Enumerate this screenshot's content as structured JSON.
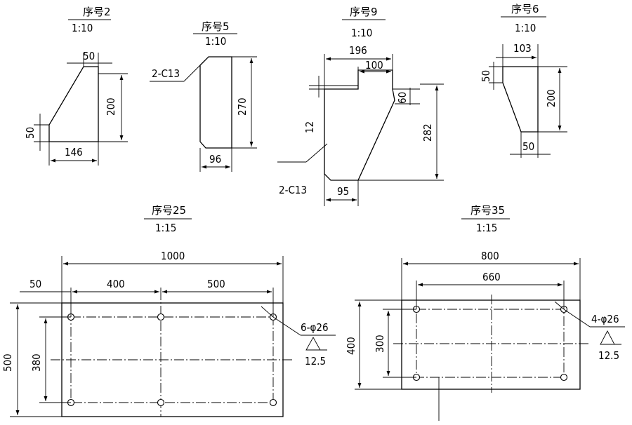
{
  "parts": {
    "p2": {
      "title": "序号2",
      "scale": "1:10",
      "dims": [
        "50",
        "200",
        "50",
        "146"
      ]
    },
    "p5": {
      "title": "序号5",
      "scale": "1:10",
      "dims": [
        "270",
        "96"
      ],
      "chamfer": "2-C13"
    },
    "p9": {
      "title": "序号9",
      "scale": "1:10",
      "dims": [
        "196",
        "100",
        "12",
        "60",
        "282",
        "95"
      ],
      "chamfer": "2-C13"
    },
    "p6": {
      "title": "序号6",
      "scale": "1:10",
      "dims": [
        "103",
        "50",
        "200",
        "50"
      ]
    },
    "p25": {
      "title": "序号25",
      "scale": "1:15",
      "dims": [
        "1000",
        "50",
        "400",
        "500",
        "500",
        "380"
      ],
      "holes": "6-φ26",
      "roughness": "12.5"
    },
    "p35": {
      "title": "序号35",
      "scale": "1:15",
      "dims": [
        "800",
        "660",
        "400",
        "300"
      ],
      "holes": "4-φ26",
      "roughness": "12.5"
    }
  }
}
